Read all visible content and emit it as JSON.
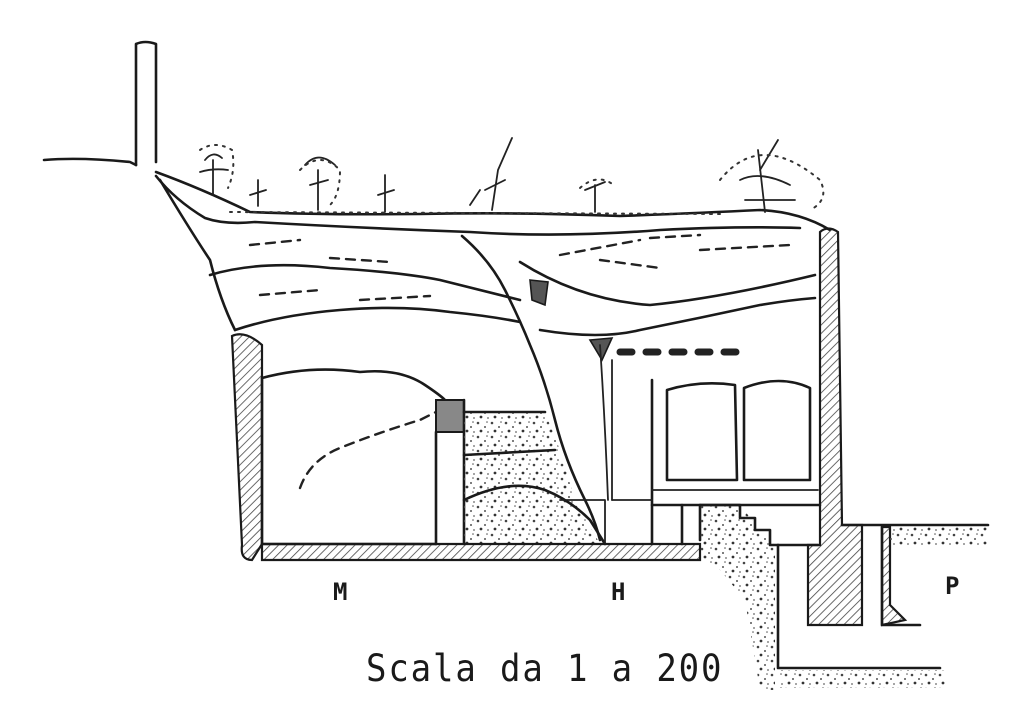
{
  "figure": {
    "type": "archaeological cross-section drawing",
    "labels": {
      "m": "M",
      "h": "H",
      "p": "P"
    },
    "caption": "Scala da 1 a 200",
    "colors": {
      "ink": "#1a1a1a",
      "background": "#ffffff",
      "hatch": "#444444"
    }
  }
}
